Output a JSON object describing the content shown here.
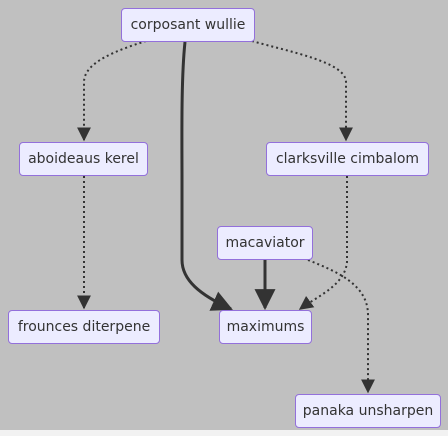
{
  "colors": {
    "background": "#c0c0c0",
    "node_fill": "#ececff",
    "node_border": "#9370db",
    "edge": "#333333"
  },
  "nodes": {
    "corposant": "corposant wullie",
    "aboideaus": "aboideaus kerel",
    "clarksville": "clarksville cimbalom",
    "macaviator": "macaviator",
    "frounces": "frounces diterpene",
    "maximums": "maximums",
    "panaka": "panaka unsharpen"
  },
  "edges": [
    {
      "from": "corposant wullie",
      "to": "aboideaus kerel",
      "style": "dotted"
    },
    {
      "from": "corposant wullie",
      "to": "clarksville cimbalom",
      "style": "dotted"
    },
    {
      "from": "corposant wullie",
      "to": "maximums",
      "style": "solid"
    },
    {
      "from": "aboideaus kerel",
      "to": "frounces diterpene",
      "style": "dotted"
    },
    {
      "from": "clarksville cimbalom",
      "to": "maximums",
      "style": "dotted"
    },
    {
      "from": "macaviator",
      "to": "maximums",
      "style": "solid"
    },
    {
      "from": "macaviator",
      "to": "panaka unsharpen",
      "style": "dotted"
    }
  ]
}
